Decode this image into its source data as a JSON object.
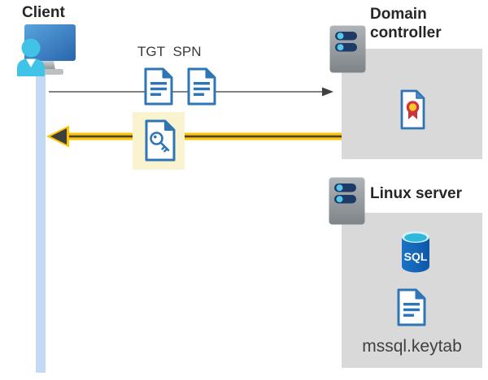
{
  "client": {
    "label": "Client"
  },
  "tickets": {
    "tgt": "TGT",
    "spn": "SPN"
  },
  "domain_controller": {
    "label": "Domain controller"
  },
  "linux_server": {
    "label": "Linux server",
    "keytab": "mssql.keytab"
  },
  "sql": {
    "label": "SQL"
  },
  "icons": {
    "client": "user-at-computer-icon",
    "domain_controller": "server-icon",
    "linux_server": "server-icon",
    "tgt": "document-icon",
    "spn": "document-icon",
    "service_ticket": "key-document-icon",
    "certificate": "certificate-icon",
    "database": "sql-database-icon",
    "keytab_file": "document-icon"
  },
  "colors": {
    "accent_yellow": "#FFC400",
    "highlight_yellow": "#FAF3CF",
    "panel_gray": "#D9D9D9",
    "document_blue": "#2E75B6",
    "arrow_dark": "#404040",
    "arrow_gray": "#595959",
    "client_cyan": "#41C2E7",
    "lifeline_blue": "#C3D9F4",
    "sql_blue": "#1266BE",
    "server_navy": "#1E3A67",
    "heading_text": "#262626"
  }
}
